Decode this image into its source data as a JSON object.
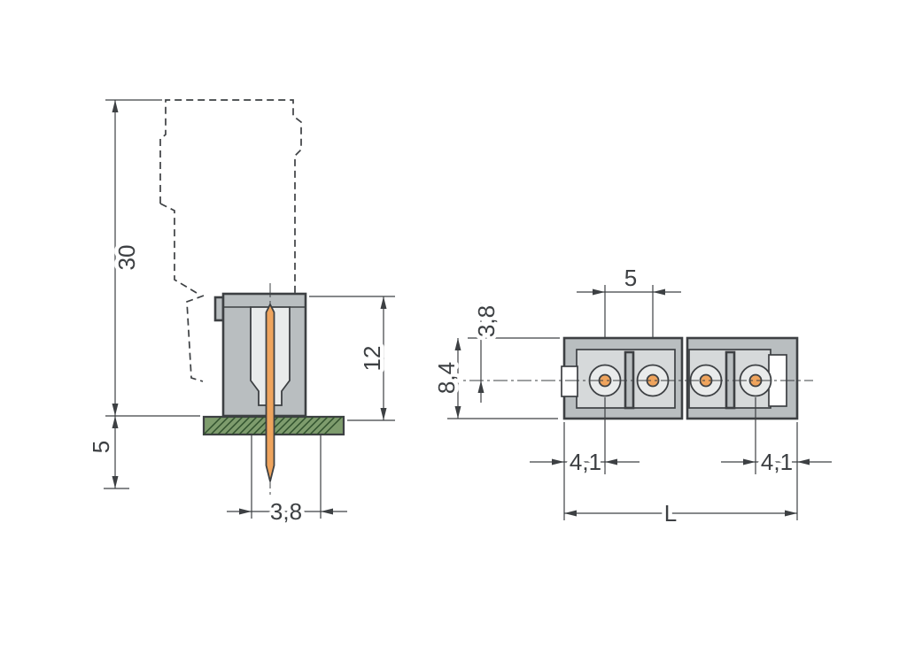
{
  "drawing": {
    "colors": {
      "line": "#3d4043",
      "body_fill": "#b9bec0",
      "inner_fill": "#d6d9da",
      "cavity_fill": "#e9ebeb",
      "pin_fill": "#efa45d",
      "pcb_fill": "#7e9c6d",
      "pcb_hatch": "#30502d",
      "background": "#ffffff"
    },
    "side_view": {
      "dim_total_height": "30",
      "dim_pin_below_board": "5",
      "dim_body_height": "12",
      "dim_pin_offset": "3,8"
    },
    "top_view": {
      "dim_pin_pitch": "5",
      "dim_center_offset": "3,8",
      "dim_body_width": "8,4",
      "dim_left_edge_to_pin": "4,1",
      "dim_right_edge_to_pin": "4,1",
      "dim_total_length": "L"
    }
  }
}
